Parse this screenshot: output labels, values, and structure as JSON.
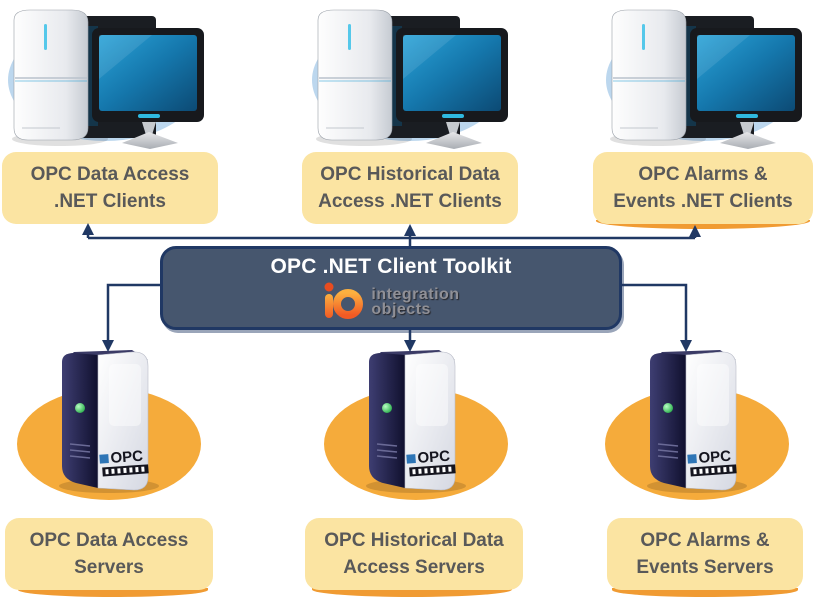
{
  "colors": {
    "background": "#FFFFFF",
    "client_ellipse": "#BCD7EE",
    "server_ellipse": "#F5AB3B",
    "label_box_background": "#FBE4A2",
    "label_text": "#595959",
    "toolkit_box_fill": "#46566E",
    "toolkit_box_border": "#203864",
    "toolkit_title_color": "#FFFFFF",
    "connector_color": "#203864",
    "logo_orange": "#F7941E",
    "logo_dot_red": "#E84C1F",
    "logo_text_gray": "#909096",
    "orange_underline": "#F09B33",
    "screen_blue": "#1B8EC2",
    "led_green": "#18A43C"
  },
  "toolkit": {
    "title": "OPC .NET Client Toolkit",
    "logo_mark": "io",
    "logo_line1": "integration",
    "logo_line2": "objects"
  },
  "clients": [
    {
      "line1": "OPC Data Access",
      "line2": ".NET Clients"
    },
    {
      "line1": "OPC Historical Data",
      "line2": "Access .NET Clients"
    },
    {
      "line1": "OPC Alarms &",
      "line2": "Events .NET Clients"
    }
  ],
  "servers": [
    {
      "line1": "OPC Data Access",
      "line2": "Servers"
    },
    {
      "line1": "OPC Historical Data",
      "line2": "Access Servers"
    },
    {
      "line1": "OPC Alarms &",
      "line2": "Events Servers"
    }
  ],
  "server_badge_text": "OPC",
  "icons": {
    "client_art": "desktop-computer",
    "server_art": "server-tower",
    "logo": "integration-objects-io-mark"
  }
}
